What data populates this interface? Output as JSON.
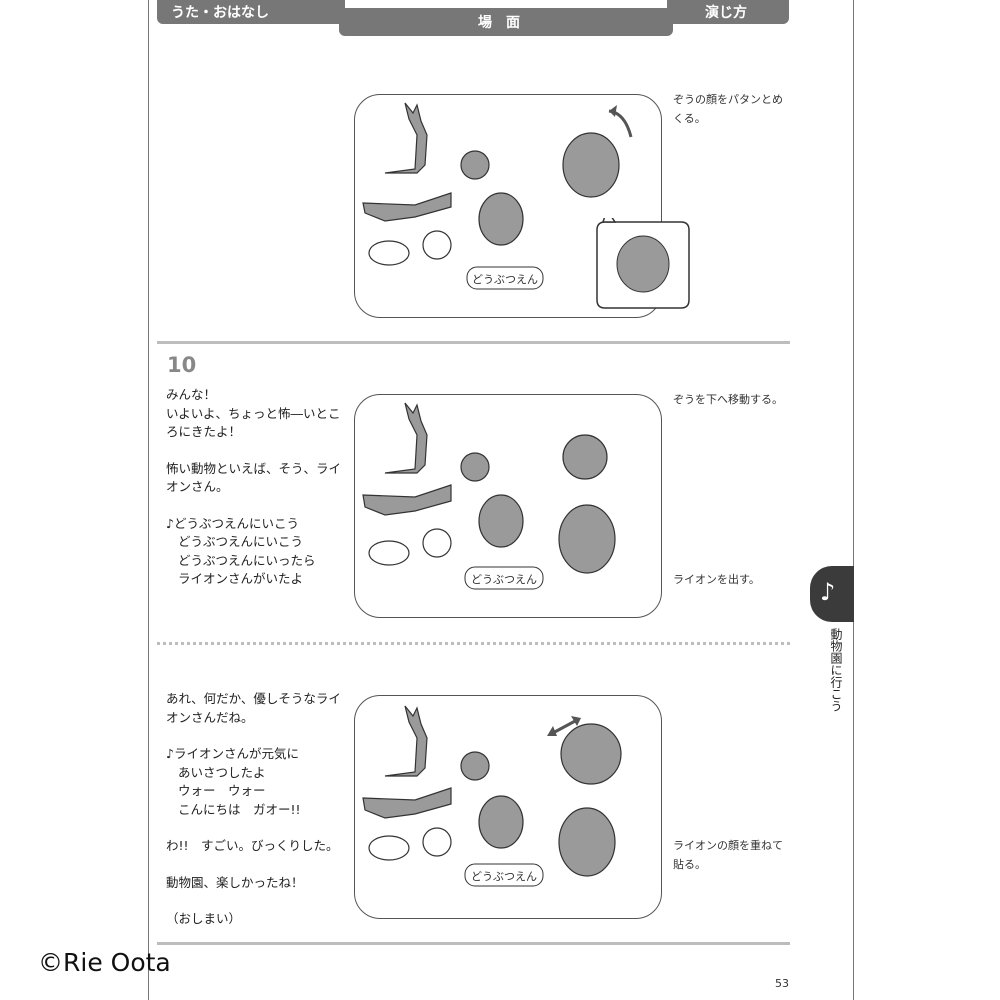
{
  "header": {
    "left": "うた・おはなし",
    "middle": "場面",
    "right": "演じ方"
  },
  "sections": [
    {
      "note_lines": [
        "ぞうの顔をパタンとめ",
        "くる。"
      ],
      "scene_labels": [
        "どうぶつえん"
      ]
    },
    {
      "step_number": "10",
      "story_lines": [
        "みんな！",
        "いよいよ、ちょっと怖―いとこ",
        "ろにきたよ！",
        "",
        "怖い動物といえば、そう、ライ",
        "オンさん。",
        "",
        "♪どうぶつえんにいこう",
        "どうぶつえんにいこう",
        "どうぶつえんにいったら",
        "ライオンさんがいたよ"
      ],
      "note_top": "ぞうを下へ移動する。",
      "note_bottom": "ライオンを出す。",
      "scene_labels": [
        "どうぶつえん"
      ]
    },
    {
      "story_lines": [
        "あれ、何だか、優しそうなライ",
        "オンさんだね。",
        "",
        "♪ライオンさんが元気に",
        "あいさつしたよ",
        "ウォー　ウォー",
        "こんにちは　ガオー!!",
        "",
        "わ!!　すごい。びっくりした。",
        "",
        "動物園、楽しかったね！",
        "",
        "（おしまい）"
      ],
      "note_lines": [
        "ライオンの顔を重ねて",
        "貼る。"
      ],
      "scene_labels": [
        "どうぶつえん"
      ]
    }
  ],
  "side_tab": {
    "icon": "music-note-icon",
    "label": "動物園に行こう"
  },
  "page_number": "53",
  "copyright": "©Rie Oota"
}
